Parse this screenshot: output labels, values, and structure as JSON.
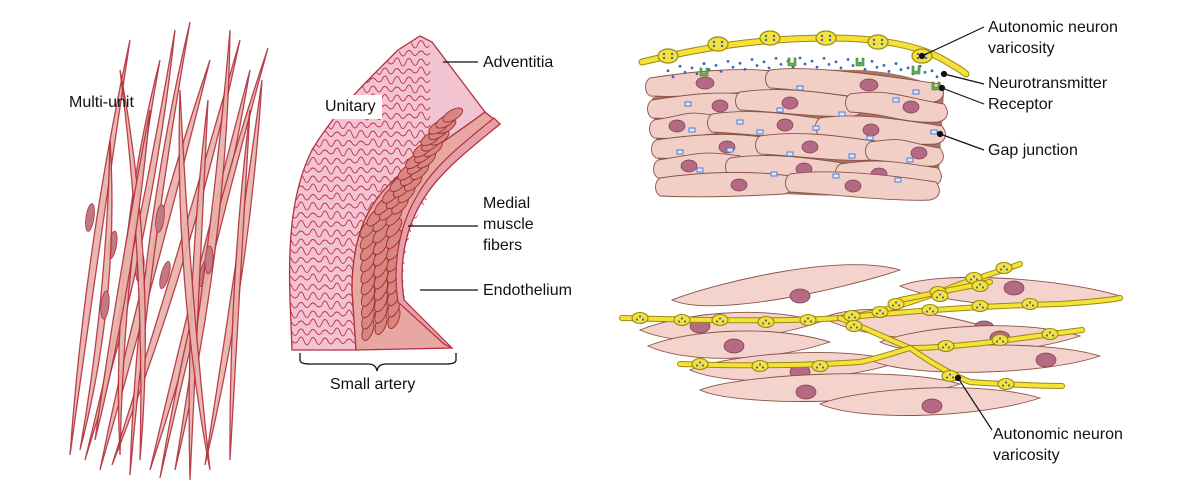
{
  "labels": {
    "multi_unit": "Multi-unit",
    "unitary": "Unitary",
    "adventitia": "Adventitia",
    "medial_line1": "Medial",
    "medial_line2": "muscle",
    "medial_line3": "fibers",
    "endothelium": "Endothelium",
    "small_artery": "Small artery",
    "varicosity_top_line1": "Autonomic neuron",
    "varicosity_top_line2": "varicosity",
    "neurotransmitter": "Neurotransmitter",
    "receptor": "Receptor",
    "gap_junction": "Gap junction",
    "varicosity_bottom_line1": "Autonomic neuron",
    "varicosity_bottom_line2": "varicosity"
  },
  "colors": {
    "cell_fill": "#f2cfc6",
    "cell_stroke": "#8a5248",
    "fiber_fill": "#e8b2aa",
    "fiber_stroke": "#b3303c",
    "nucleus": "#b56a84",
    "adventitia_fill": "#f2c4d2",
    "adventitia_line": "#c0304a",
    "nerve_fill": "#f5e13a",
    "nerve_stroke": "#9a8a10",
    "gap_junction": "#4f7fd8",
    "receptor": "#66b34d",
    "ecm": "#9a5e45"
  }
}
